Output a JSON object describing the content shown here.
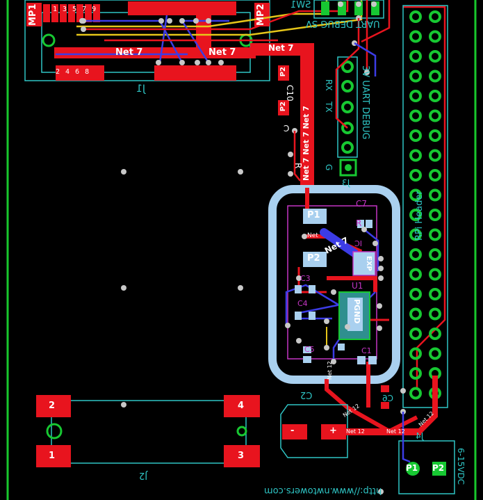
{
  "colors": {
    "background": "#000000",
    "top_copper": "#e8141e",
    "bottom_copper": "#3c3ce6",
    "silk_top": "#2fc6c6",
    "silk_bottom": "#c535c5",
    "yellow_trace": "#e6c619",
    "pad_silver": "#c8c8c8",
    "pth_green": "#17c832",
    "edge": "#18c82c",
    "keepout": "#a9d0ef"
  },
  "parts": {
    "mp1": "MP1",
    "mp2": "MP2",
    "j1": "J1",
    "j1_odd": "1 3 5 7 9",
    "j1_even": "2 4 6 8",
    "sw1": "SW1",
    "uart_debug_top": "UART DEBUG SV",
    "uart_debug_side": "3V UART DEBUG",
    "rx": "RX",
    "tx": "TX",
    "gnd": "G",
    "j3": "J3",
    "rpi_header": "RPi Header",
    "c10": "C10",
    "c_small": "C",
    "r": "R",
    "c7": "C7",
    "r_u": "R",
    "ic": "IC",
    "u1": "U1",
    "exp": "EXP",
    "pgnd": "PGND",
    "c3": "C3",
    "c4": "C4",
    "c5": "C5",
    "c1": "C1",
    "c6": "C6",
    "c2": "C2",
    "j2": "J2",
    "j4": "J4",
    "vdc": "6-15VDC",
    "url": "http://www.nwtowers.com",
    "p1": "P1",
    "p2": "P2",
    "pad_1": "1",
    "pad_2": "2",
    "pad_3": "3",
    "pad_4": "4",
    "cap_minus": "-",
    "cap_plus": "+"
  },
  "nets": {
    "net7": "Net 7",
    "net12": "Net 12",
    "net_short": "Net",
    "net7_vertical": "Net 7 Net 7 Net 7"
  }
}
